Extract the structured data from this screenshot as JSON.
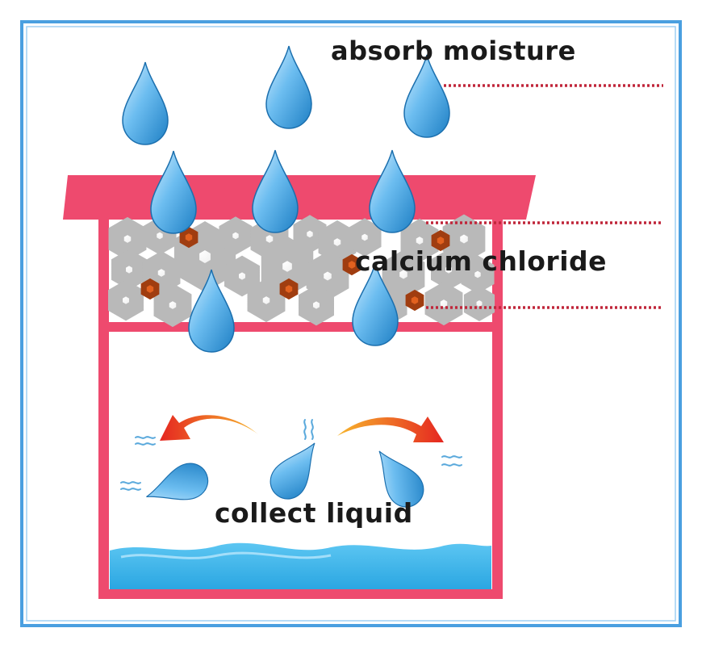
{
  "labels": {
    "absorb": "absorb moisture",
    "calcium": "calcium chloride",
    "collect": "collect liquid"
  },
  "colors": {
    "frame_border": "#4a9fe0",
    "container": "#ee4a6e",
    "lid": "#ee4a6e",
    "leader_line": "#c0263a",
    "drop_light": "#bfe3fa",
    "drop_dark": "#1e7fc4",
    "granule": "#e9e9e9",
    "granule_core": "#e2611f",
    "water": "#39b4ea",
    "arrow_start": "#f7b52c",
    "arrow_end": "#e52620"
  }
}
